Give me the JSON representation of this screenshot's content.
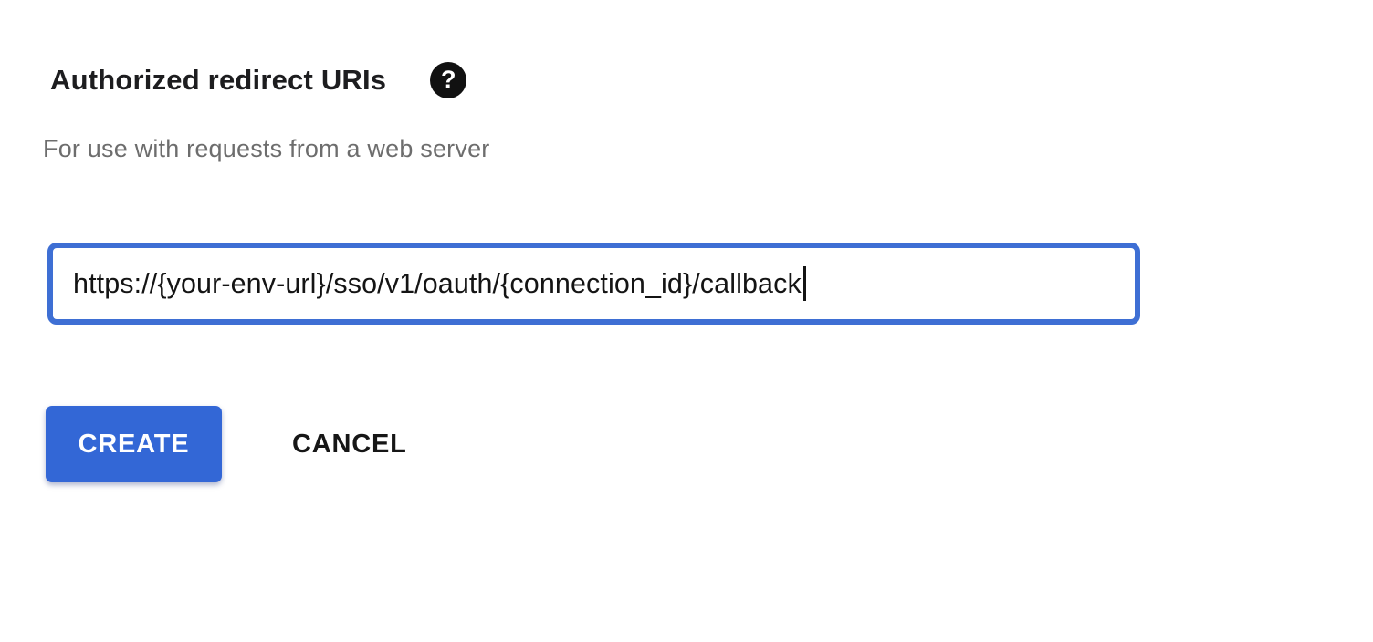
{
  "form": {
    "heading": "Authorized redirect URIs",
    "help_icon": {
      "name": "help-question-circle-icon",
      "glyph": "?"
    },
    "subtitle": "For use with requests from a web server",
    "uri_field": {
      "value": "https://{your-env-url}/sso/v1/oauth/{connection_id}/callback",
      "focused": true
    },
    "buttons": {
      "create_label": "CREATE",
      "cancel_label": "CANCEL"
    }
  },
  "colors": {
    "background": "#ffffff",
    "heading_text": "#1d1d1f",
    "subtitle_text": "#6d6d6d",
    "input_border_focused": "#3e6fd4",
    "input_text": "#141414",
    "create_button_bg": "#3367d6",
    "create_button_text": "#ffffff",
    "cancel_button_text": "#161616",
    "help_icon_bg": "#111111"
  }
}
